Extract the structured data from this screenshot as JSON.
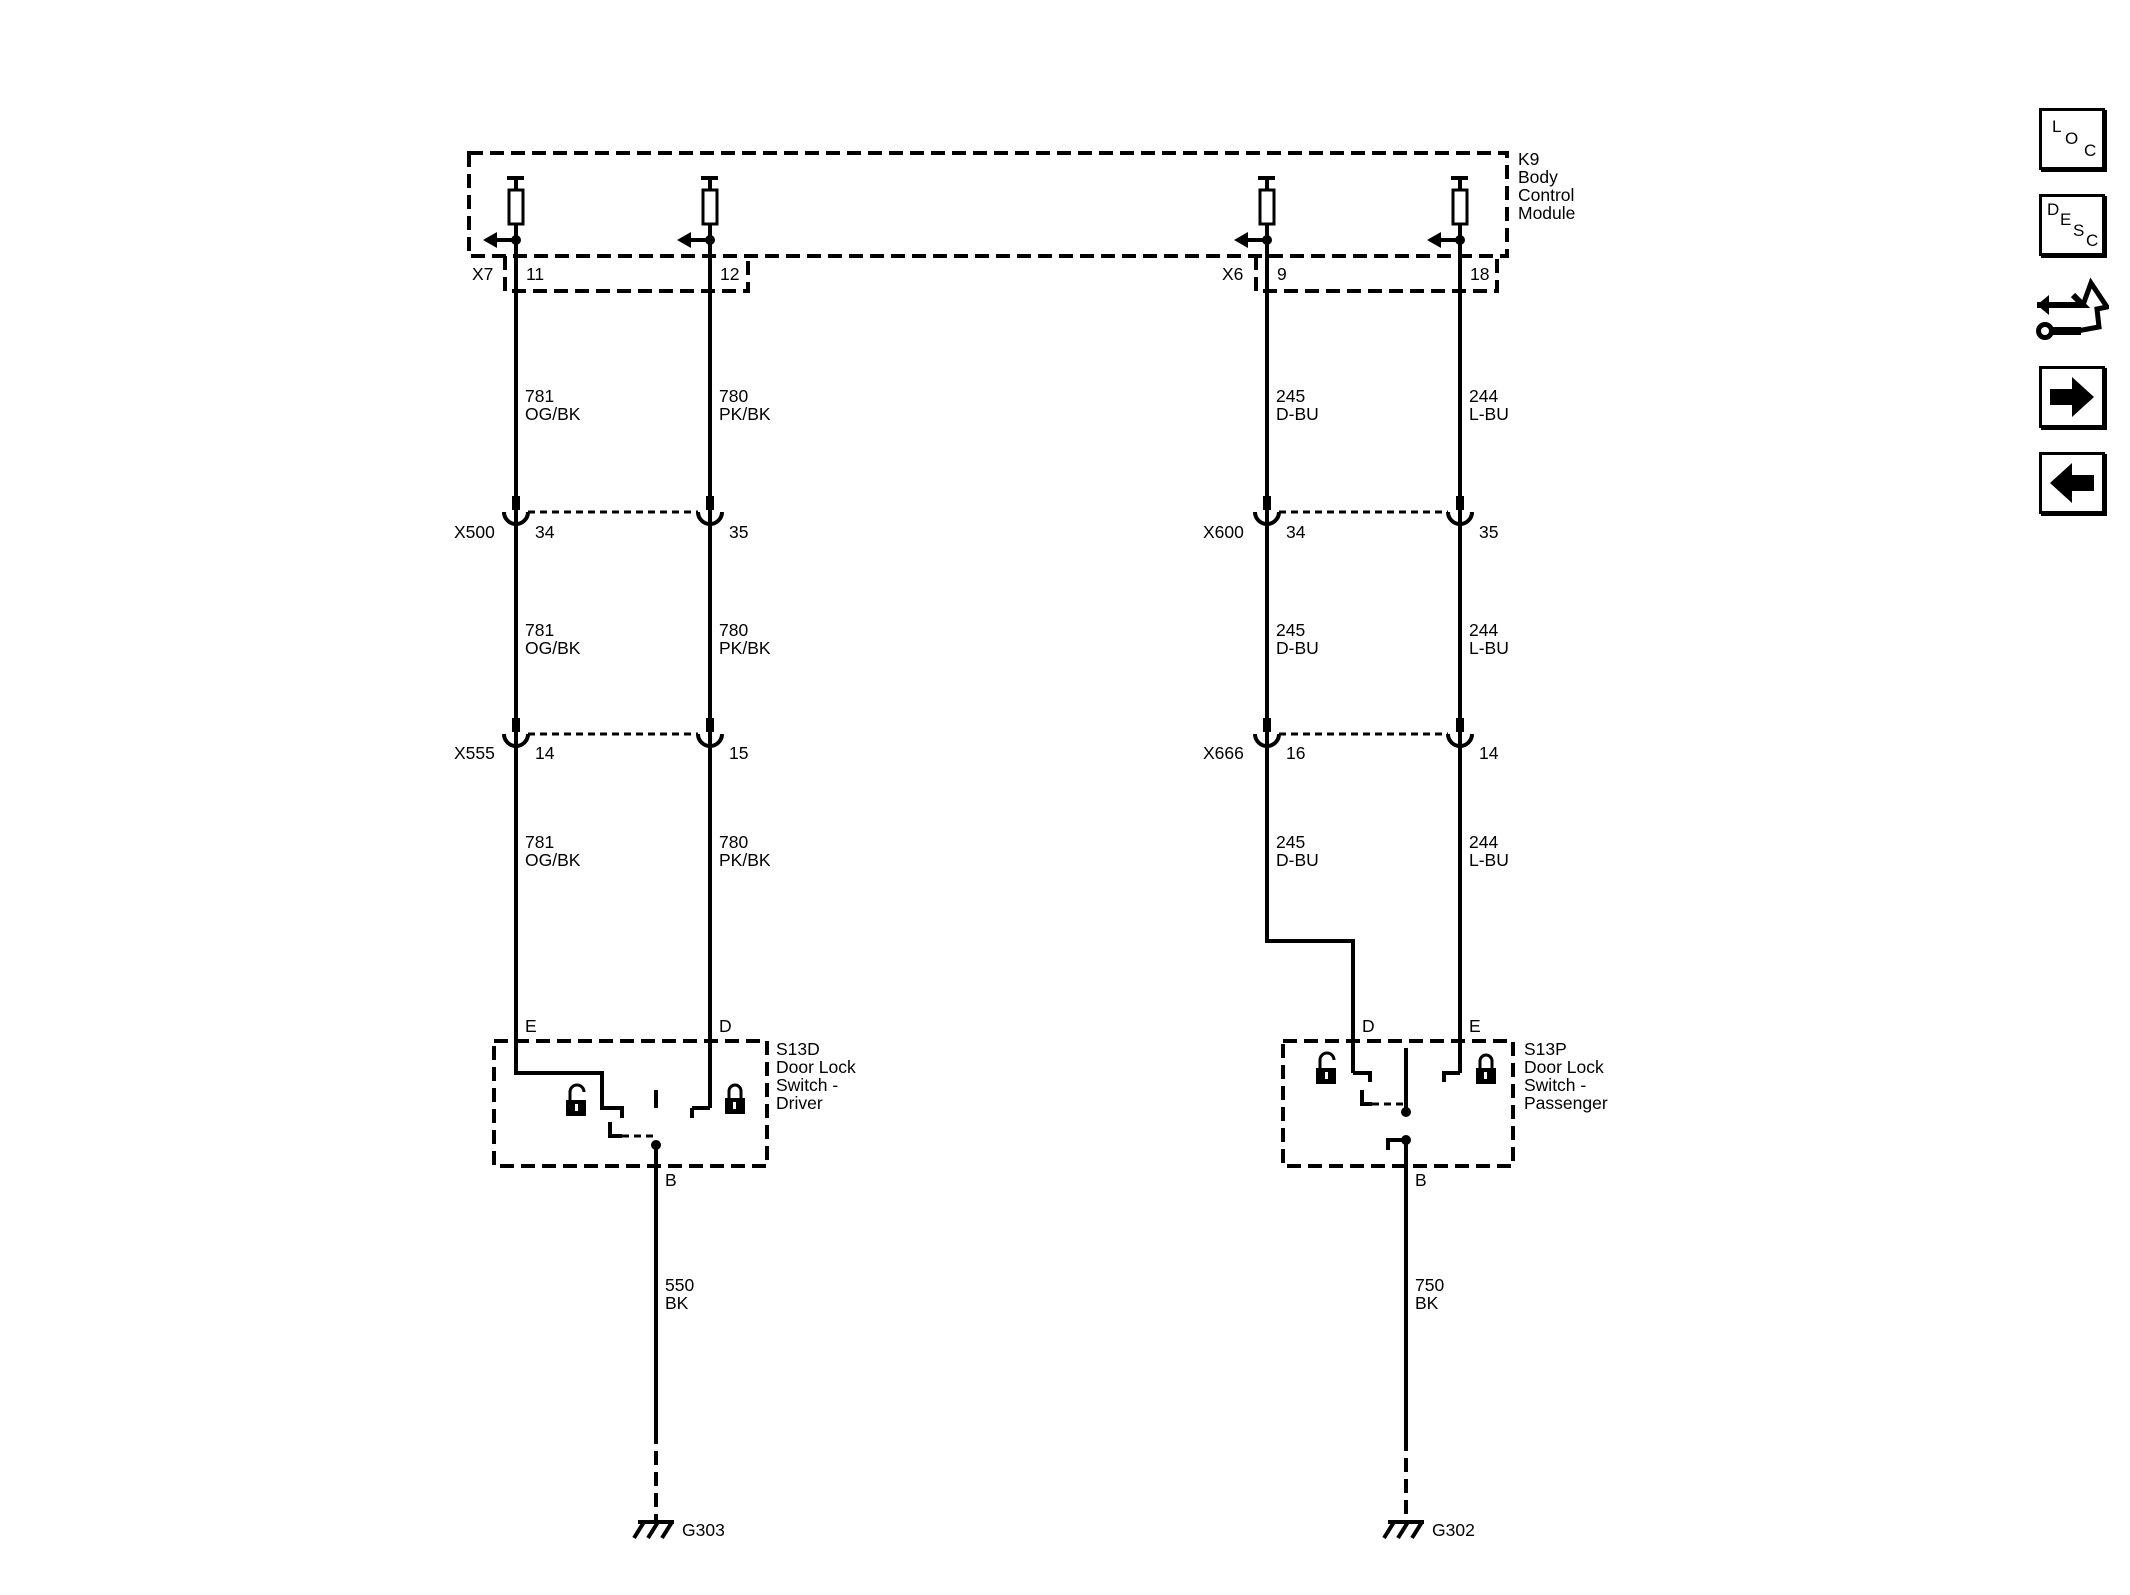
{
  "module": {
    "ref": "K9",
    "line1": "Body",
    "line2": "Control",
    "line3": "Module"
  },
  "connectors": {
    "x7": {
      "name": "X7",
      "p1": "11",
      "p2": "12"
    },
    "x6": {
      "name": "X6",
      "p1": "9",
      "p2": "18"
    },
    "x500": {
      "name": "X500",
      "p1": "34",
      "p2": "35"
    },
    "x600": {
      "name": "X600",
      "p1": "34",
      "p2": "35"
    },
    "x555": {
      "name": "X555",
      "p1": "14",
      "p2": "15"
    },
    "x666": {
      "name": "X666",
      "p1": "16",
      "p2": "14"
    }
  },
  "wires": {
    "w781": {
      "circuit": "781",
      "color": "OG/BK"
    },
    "w780": {
      "circuit": "780",
      "color": "PK/BK"
    },
    "w245": {
      "circuit": "245",
      "color": "D-BU"
    },
    "w244": {
      "circuit": "244",
      "color": "L-BU"
    },
    "w550": {
      "circuit": "550",
      "color": "BK"
    },
    "w750": {
      "circuit": "750",
      "color": "BK"
    }
  },
  "switches": {
    "driver": {
      "ref": "S13D",
      "line1": "Door Lock",
      "line2": "Switch -",
      "line3": "Driver",
      "pin_e": "E",
      "pin_d": "D",
      "pin_b": "B"
    },
    "passenger": {
      "ref": "S13P",
      "line1": "Door Lock",
      "line2": "Switch -",
      "line3": "Passenger",
      "pin_d": "D",
      "pin_e": "E",
      "pin_b": "B"
    }
  },
  "grounds": {
    "g303": "G303",
    "g302": "G302"
  },
  "nav": {
    "loc": {
      "l1": "L",
      "l2": "O",
      "l3": "C"
    },
    "desc": {
      "l1": "D",
      "l2": "E",
      "l3": "S",
      "l4": "C"
    },
    "icons": [
      "loc-icon",
      "desc-icon",
      "tools-icon",
      "next-arrow-icon",
      "previous-arrow-icon"
    ]
  }
}
